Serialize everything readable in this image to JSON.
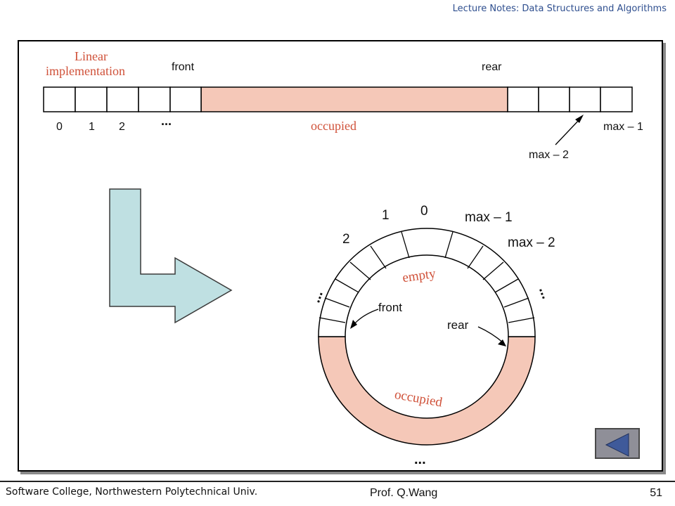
{
  "header": {
    "title": "Lecture Notes: Data Structures and Algorithms"
  },
  "footer": {
    "left": "Software College, Northwestern Polytechnical Univ.",
    "center": "Prof. Q.Wang",
    "page_number": "51"
  },
  "linear": {
    "caption_line1": "Linear",
    "caption_line2": "implementation",
    "front_label": "front",
    "rear_label": "rear",
    "occupied_label": "occupied",
    "index_0": "0",
    "index_1": "1",
    "index_2": "2",
    "ellipsis": "...",
    "max_minus_1": "max – 1",
    "max_minus_2": "max – 2"
  },
  "circular": {
    "label_1": "1",
    "label_0": "0",
    "label_2": "2",
    "max_minus_1": "max – 1",
    "max_minus_2": "max – 2",
    "empty_label": "empty",
    "front_label": "front",
    "rear_label": "rear",
    "occupied_label": "occupied",
    "dots_left": "...",
    "dots_right": "...",
    "dots_bottom": "..."
  },
  "colors": {
    "occupied_fill": "#f5c8b8",
    "annotation_red": "#d0523a",
    "arrow_fill": "#bfe0e2",
    "nav_button": "#8f8f98",
    "nav_triangle": "#3f5a9a"
  },
  "icons": {
    "transform_arrow": "l-shaped-arrow-icon",
    "nav_back": "back-triangle-icon"
  }
}
